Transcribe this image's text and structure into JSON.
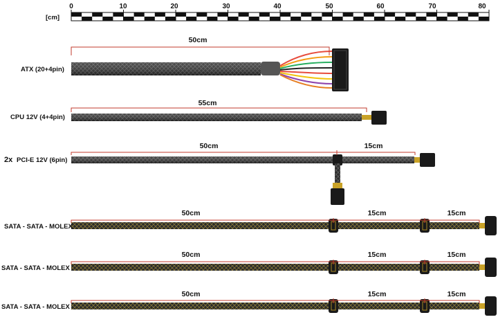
{
  "ruler": {
    "unit": "[cm]",
    "ticks": [
      "0",
      "10",
      "20",
      "30",
      "40",
      "50",
      "60",
      "70",
      "80"
    ]
  },
  "cables": [
    {
      "label": "ATX (20+4pin)",
      "dims": [
        "50cm"
      ]
    },
    {
      "label": "CPU 12V (4+4pin)",
      "dims": [
        "55cm"
      ]
    },
    {
      "label": "PCI-E 12V (6pin)",
      "prefix": "2x",
      "dims": [
        "50cm",
        "15cm"
      ]
    },
    {
      "label": "SATA - SATA - MOLEX",
      "dims": [
        "50cm",
        "15cm",
        "15cm"
      ]
    },
    {
      "label": "SATA - SATA - MOLEX",
      "dims": [
        "50cm",
        "15cm",
        "15cm"
      ]
    },
    {
      "label": "SATA - SATA - MOLEX",
      "dims": [
        "50cm",
        "15cm",
        "15cm"
      ]
    }
  ],
  "colors": {
    "cable": "#2b2b2b",
    "dimension_line": "#c0392b",
    "connector": "#1a1a1a"
  }
}
